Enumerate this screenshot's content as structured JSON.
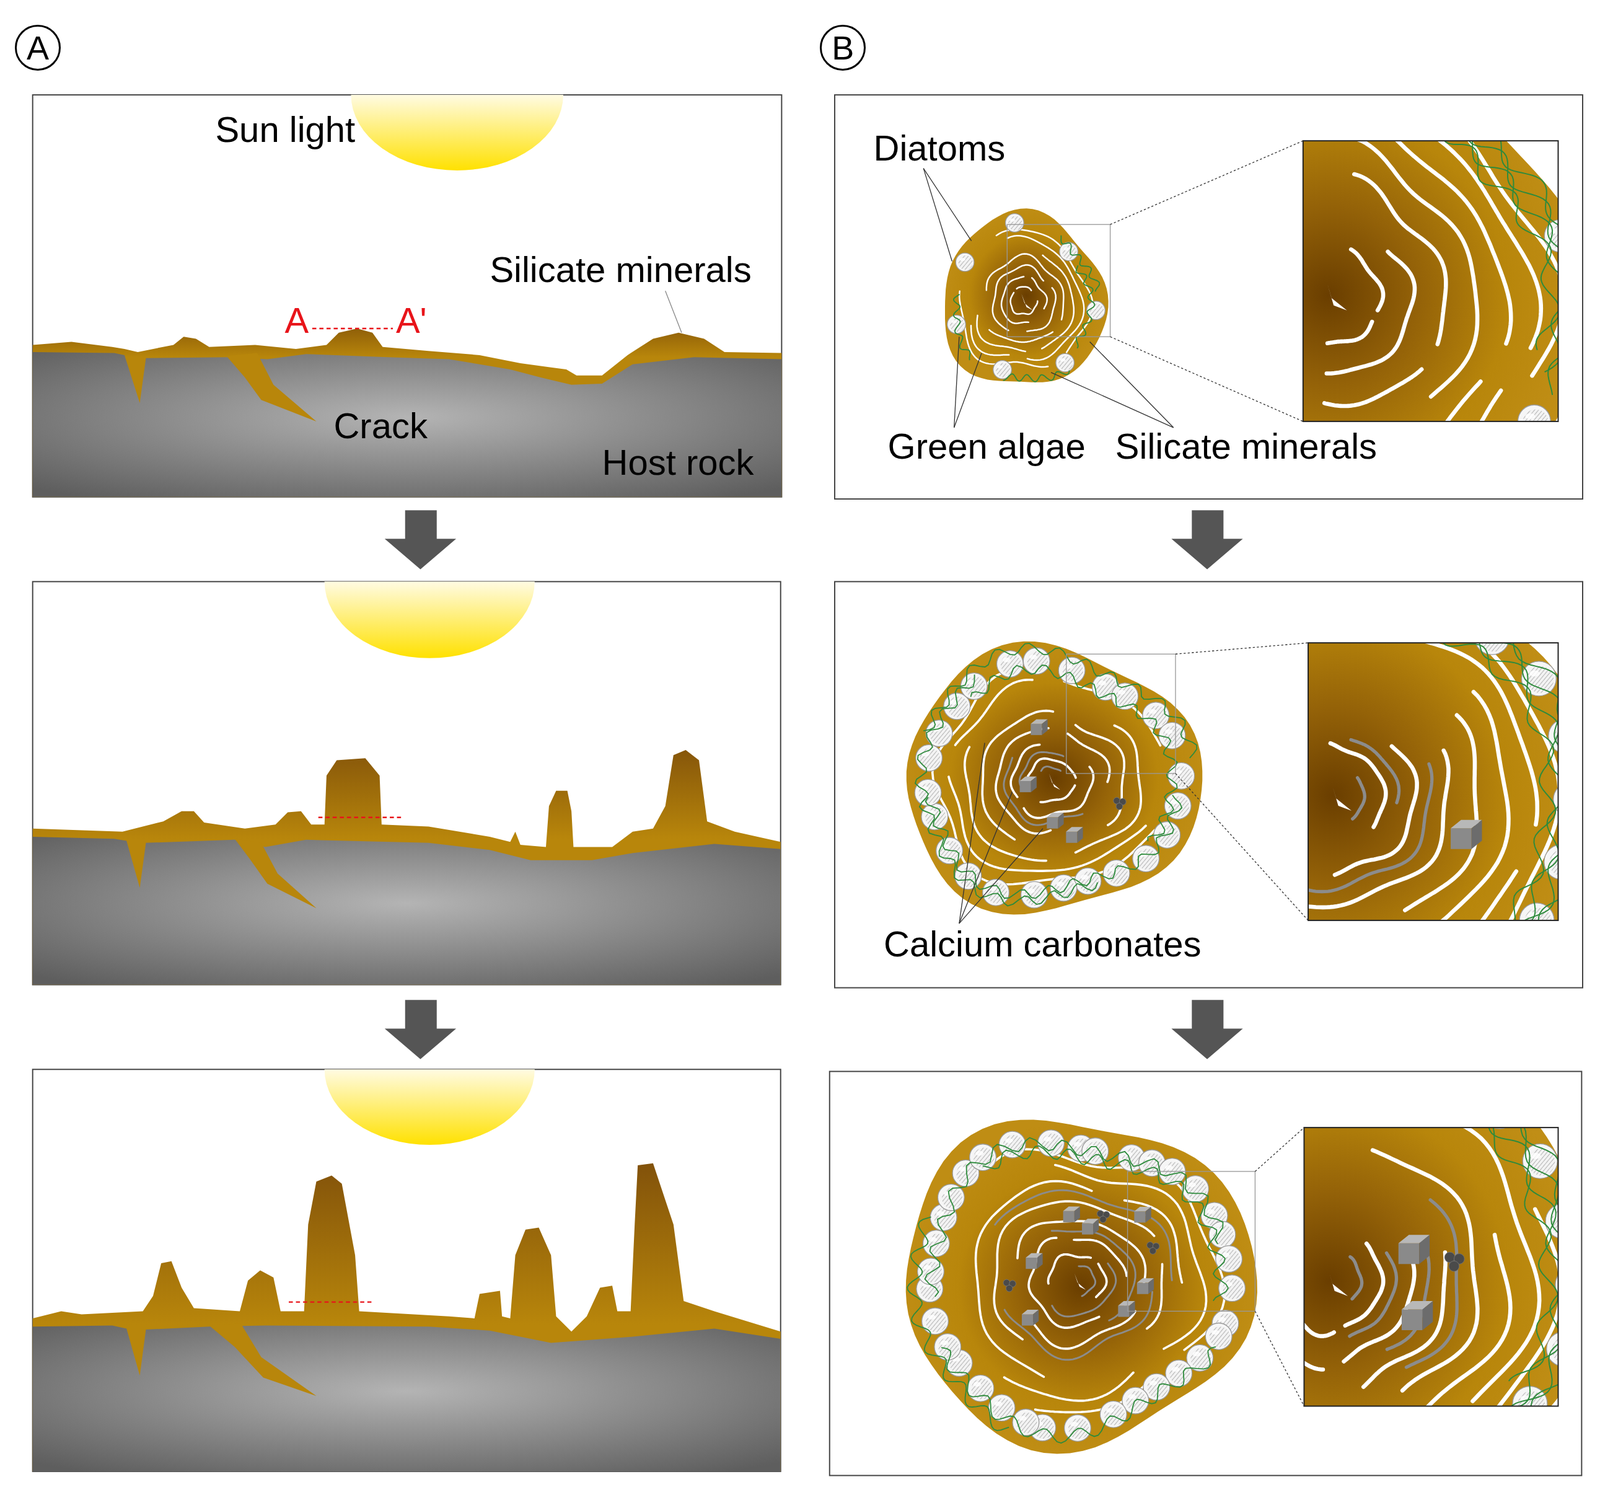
{
  "diagram": {
    "nodes": [
      {
        "text": [
          "A"
        ]
      },
      {
        "text": [
          "B"
        ]
      }
    ],
    "labels": [
      "Sun light",
      "A",
      "A'",
      "Silicate minerals",
      "Crack",
      "Host rock",
      "Diatoms",
      "Green algae",
      "Silicate minerals",
      "Calcium carbonates"
    ]
  }
}
